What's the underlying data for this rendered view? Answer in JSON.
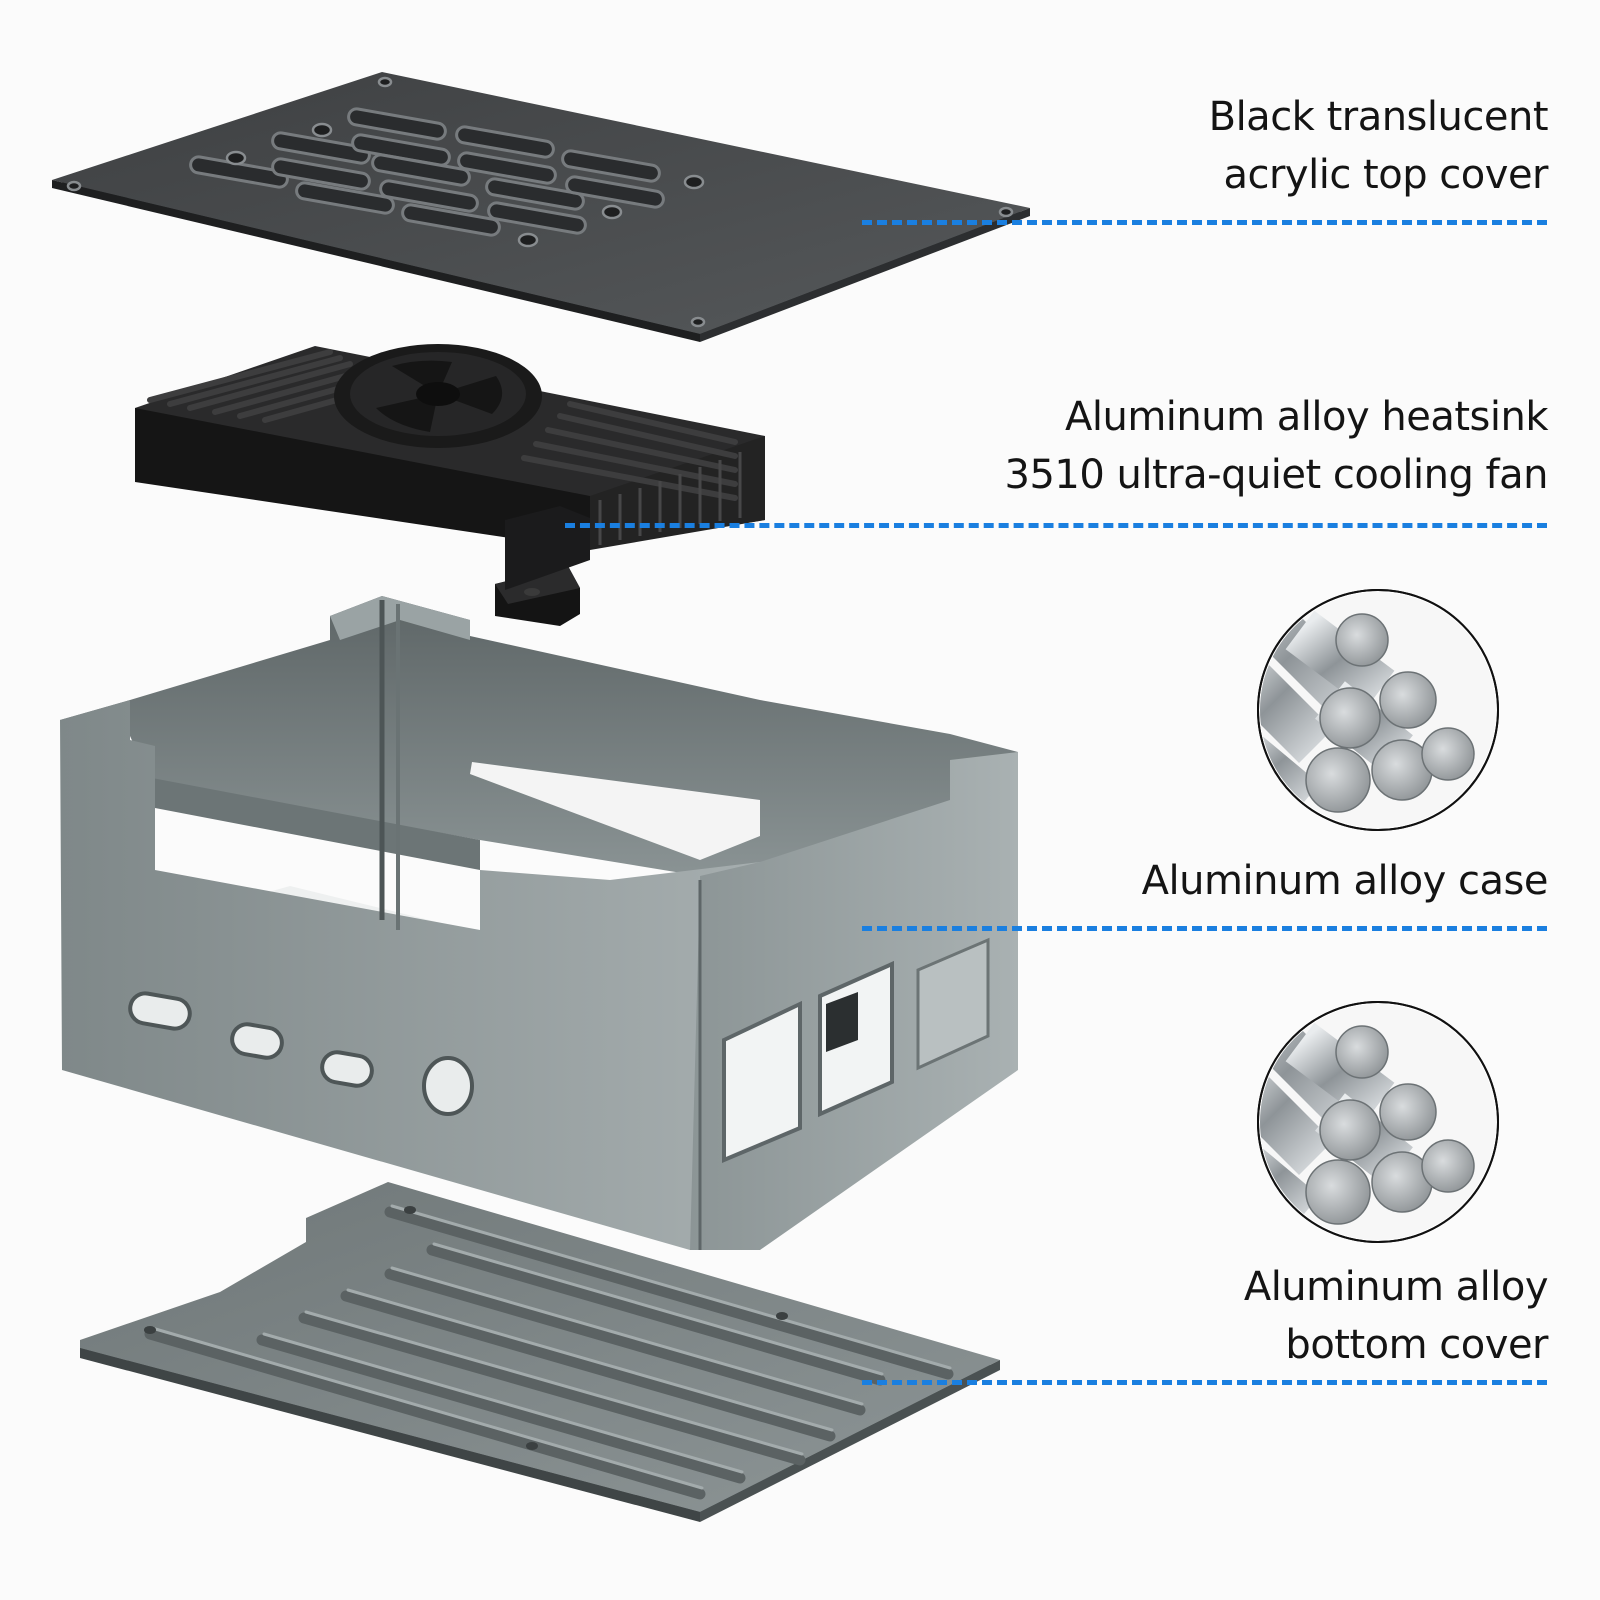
{
  "callouts": {
    "top_cover": {
      "line1": "Black translucent",
      "line2": "acrylic top cover"
    },
    "heatsink": {
      "line1": "Aluminum alloy heatsink",
      "line2": "3510 ultra-quiet cooling fan"
    },
    "case": {
      "line1": "Aluminum alloy case"
    },
    "bottom_cover": {
      "line1": "Aluminum alloy",
      "line2": "bottom cover"
    }
  },
  "colors": {
    "leader_line": "#1a7fe0",
    "acrylic_top": "#4a4c4e",
    "heatsink": "#1c1c1c",
    "case_metal": "#8e9799",
    "bottom_plate": "#7a8283",
    "background": "#fbfbfb"
  },
  "icons": {
    "rods_detail_1": "aluminum-rods-icon",
    "rods_detail_2": "aluminum-rods-icon"
  }
}
